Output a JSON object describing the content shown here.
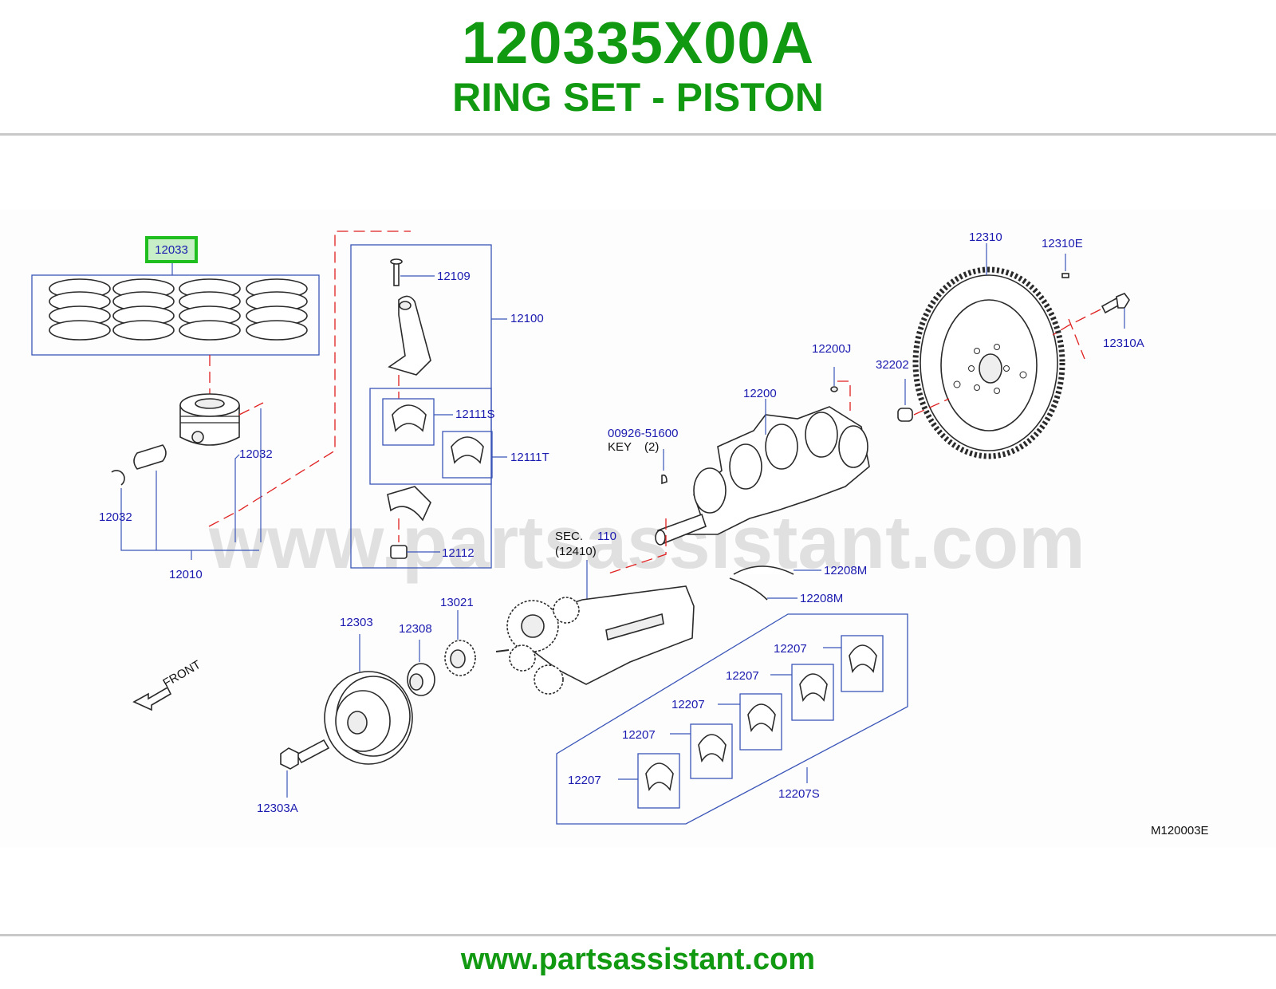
{
  "header": {
    "part_number": "120335X00A",
    "part_name": "RING SET - PISTON"
  },
  "diagram": {
    "watermark": "www.partsassistant.com",
    "code": "M120003E",
    "front_label": "FRONT",
    "highlight_color": "#1fbf1f",
    "title_color": "#119a11",
    "label_color": "#1b1bb0",
    "callouts": {
      "c12033": "12033",
      "c12010": "12010",
      "c12032_pin": "12032",
      "c12032_clip": "12032",
      "c12109": "12109",
      "c12100": "12100",
      "c12111s": "12111S",
      "c12111t": "12111T",
      "c12112": "12112",
      "sec_label": "SEC.",
      "sec_num": "110",
      "sec_ref": "(12410)",
      "c00926": "00926-51600",
      "key": "KEY",
      "key_qty": "(2)",
      "c12200": "12200",
      "c12200j": "12200J",
      "c32202": "32202",
      "c12310": "12310",
      "c12310e": "12310E",
      "c12310a": "12310A",
      "c12208m_a": "12208M",
      "c12208m_b": "12208M",
      "c12303": "12303",
      "c12308": "12308",
      "c13021": "13021",
      "c12303a": "12303A",
      "c12207_a": "12207",
      "c12207_b": "12207",
      "c12207_c": "12207",
      "c12207_d": "12207",
      "c12207_e": "12207",
      "c12207s": "12207S"
    }
  },
  "footer": {
    "url": "www.partsassistant.com"
  }
}
